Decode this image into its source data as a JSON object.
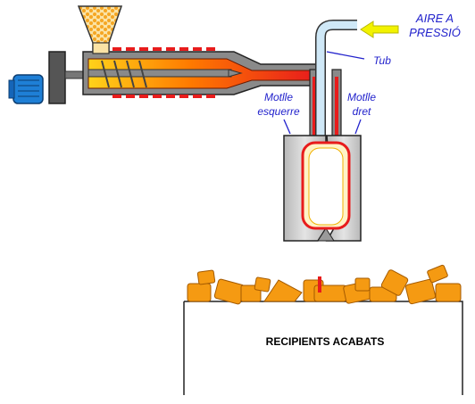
{
  "labels": {
    "air_pressure": "AIRE A PRESSIÓ",
    "tube": "Tub",
    "mould_left": "Motlle esquerre",
    "mould_right": "Motlle dret",
    "finished_containers": "RECIPIENTS ACABATS"
  },
  "colors": {
    "label_text": "#2222cc",
    "heater": "#e81c1c",
    "hopper_pellets": "#f5a623",
    "barrel": "#8a8a8a",
    "motor": "#1e7fd6",
    "air_arrow": "#f2f200",
    "mould": "#cfcfcf",
    "containers": "#f59a12"
  },
  "icons": [
    "motor-icon",
    "hopper-icon",
    "screw-icon",
    "air-arrow-icon"
  ]
}
